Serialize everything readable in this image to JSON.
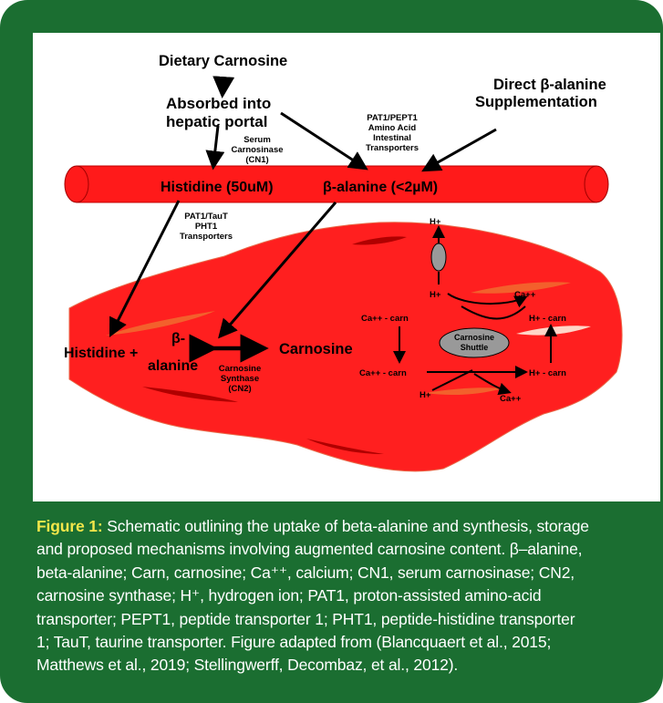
{
  "colors": {
    "frame": "#1b6e31",
    "caption_label": "#f3e64a",
    "vessel": "#ff1a1a",
    "muscle": "#ff1f1f",
    "dark_red": "#b00000",
    "shuttle": "#999999"
  },
  "diagram": {
    "dietary": "Dietary Carnosine",
    "absorbed_1": "Absorbed into",
    "absorbed_2": "hepatic portal",
    "direct_1": "Direct β-alanine",
    "direct_2": "Supplementation",
    "serum_1": "Serum",
    "serum_2": "Carnosinase",
    "serum_3": "(CN1)",
    "pat_1": "PAT1/PEPT1",
    "pat_2": "Amino Acid",
    "pat_3": "Intestinal",
    "pat_4": "Transporters",
    "vessel_histidine": "Histidine (50uM)",
    "vessel_balanine": "β-alanine (<2µM)",
    "taut_1": "PAT1/TauT",
    "taut_2": "PHT1",
    "taut_3": "Transporters",
    "histidine_plus": "Histidine +",
    "balanine_1": "β-",
    "balanine_2": "alanine",
    "carnosine": "Carnosine",
    "synthase_1": "Carnosine",
    "synthase_2": "Synthase",
    "synthase_3": "(CN2)",
    "shuttle_1": "Carnosine",
    "shuttle_2": "Shuttle",
    "h_top": "H+",
    "h_mid": "H+",
    "ca_top": "Ca++",
    "ca_carn_left": "Ca++ - carn",
    "h_carn_right": "H+ - carn",
    "ca_carn_low": "Ca++ - carn",
    "h_carn_low": "H+ - carn",
    "h_bottom": "H+",
    "ca_bottom": "Ca++"
  },
  "caption": {
    "label": "Figure 1:",
    "line1": "Schematic outlining the uptake of beta-alanine and synthesis, storage",
    "line2": "and proposed mechanisms involving augmented carnosine content. β–alanine,",
    "line3": "beta-alanine; Carn, carnosine; Ca⁺⁺, calcium; CN1, serum carnosinase; CN2,",
    "line4": "carnosine synthase; H⁺, hydrogen ion; PAT1, proton-assisted amino-acid",
    "line5": "transporter; PEPT1, peptide transporter 1; PHT1, peptide-histidine transporter",
    "line6": "1; TauT, taurine transporter. Figure adapted from (Blancquaert et al., 2015;",
    "line7": "Matthews et al., 2019; Stellingwerff, Decombaz, et al., 2012)."
  }
}
